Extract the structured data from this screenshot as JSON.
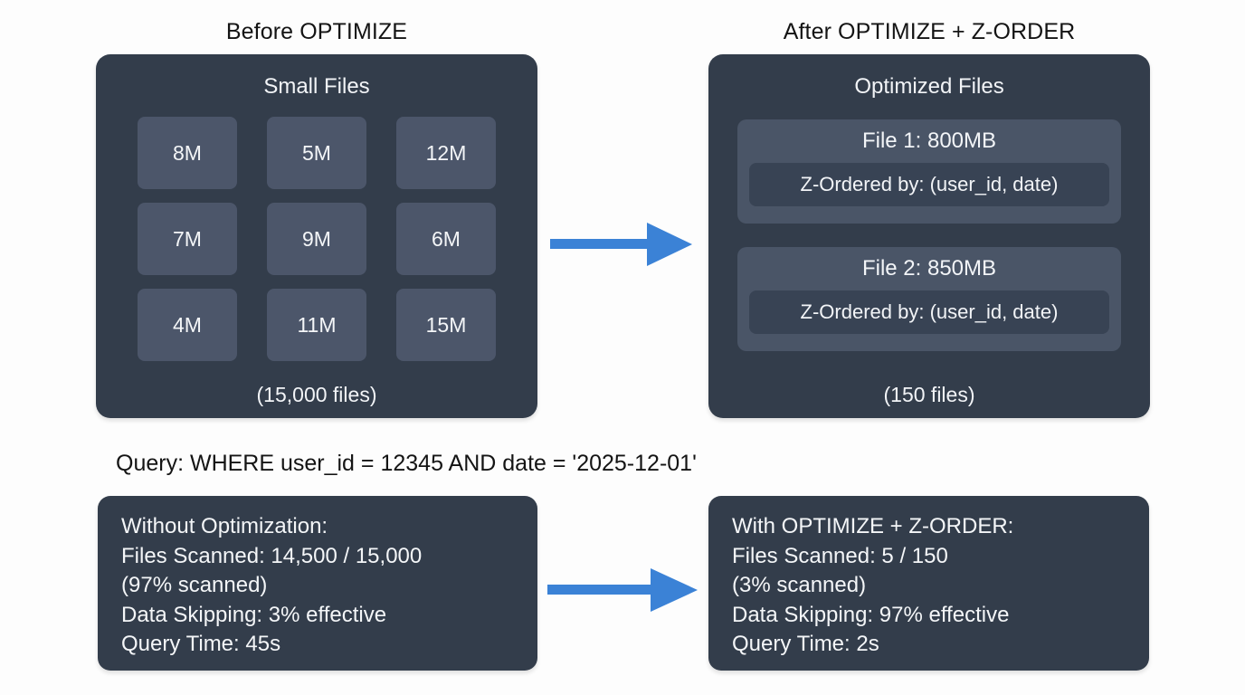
{
  "headings": {
    "before": "Before OPTIMIZE",
    "after": "After OPTIMIZE + Z-ORDER"
  },
  "before_panel": {
    "title": "Small Files",
    "files": [
      "8M",
      "5M",
      "12M",
      "7M",
      "9M",
      "6M",
      "4M",
      "11M",
      "15M"
    ],
    "footer": "(15,000 files)"
  },
  "after_panel": {
    "title": "Optimized Files",
    "cards": [
      {
        "title": "File 1: 800MB",
        "zorder": "Z-Ordered by: (user_id, date)"
      },
      {
        "title": "File 2: 850MB",
        "zorder": "Z-Ordered by: (user_id, date)"
      }
    ],
    "footer": "(150 files)"
  },
  "query": "Query: WHERE user_id = 12345 AND date = '2025-12-01'",
  "results": {
    "left": {
      "lines": [
        "Without Optimization:",
        "Files Scanned: 14,500 / 15,000",
        "(97% scanned)",
        "Data Skipping: 3% effective",
        "Query Time: 45s"
      ]
    },
    "right": {
      "lines": [
        "With OPTIMIZE + Z-ORDER:",
        "Files Scanned: 5 / 150",
        "(3% scanned)",
        "Data Skipping: 97% effective",
        "Query Time: 2s"
      ]
    }
  },
  "icons": {
    "arrow_right": "arrow-right-icon"
  },
  "colors": {
    "background": "#fdfdfd",
    "panel": "#333d4b",
    "file_chip": "#4c566a",
    "opt_card": "#4a5567",
    "zorder_chip": "#384354",
    "arrow": "#3b82d6",
    "text_light": "#f4f6f8",
    "text_dark": "#141414"
  }
}
